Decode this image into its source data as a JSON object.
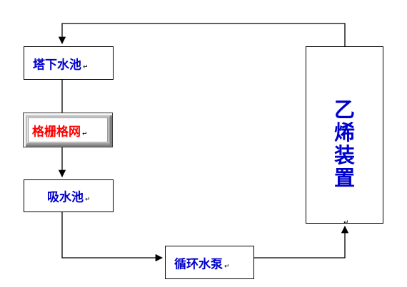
{
  "nodes": {
    "tower_pool": "塔下水池",
    "grille": "格栅格网",
    "suction_pool": "吸水池",
    "circulation_pump": "循环水泵",
    "ethylene_unit": "乙烯装置"
  },
  "paragraph_mark": "↵",
  "colors": {
    "label": "#0000cc",
    "grille_label": "#ff0000",
    "line": "#000000"
  }
}
